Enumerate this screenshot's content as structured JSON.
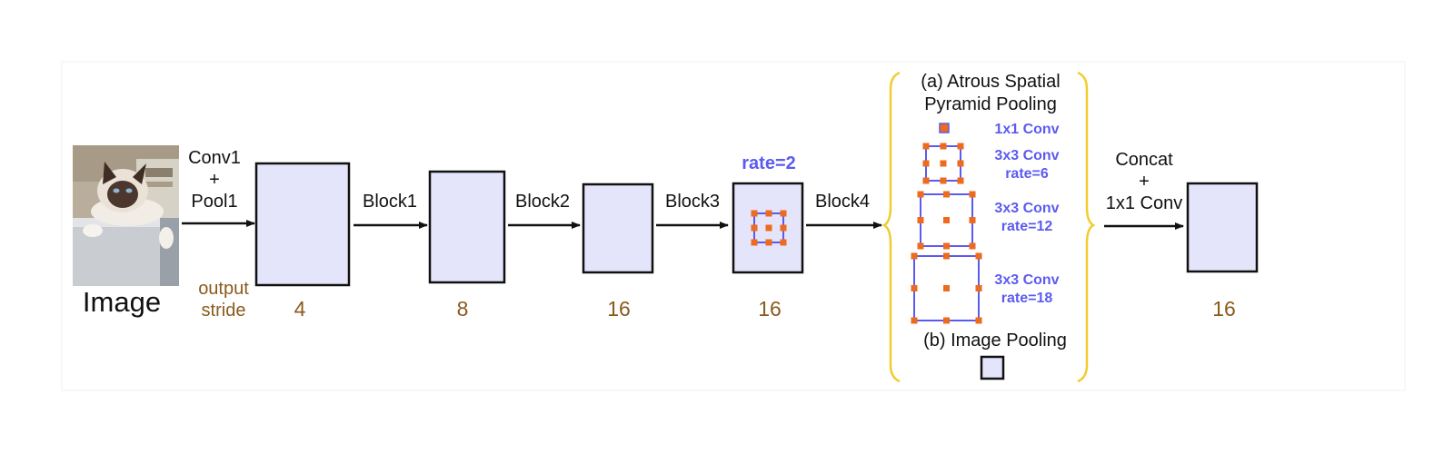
{
  "input": {
    "label": "Image"
  },
  "stages": [
    {
      "op_lines": [
        "Conv1",
        "+",
        "Pool1"
      ],
      "stride": "4"
    },
    {
      "op_lines": [
        "Block1"
      ],
      "stride": "8"
    },
    {
      "op_lines": [
        "Block2"
      ],
      "stride": "16"
    },
    {
      "op_lines": [
        "Block3"
      ],
      "stride": "16"
    }
  ],
  "stride_title_lines": [
    "output",
    "stride"
  ],
  "block3_rate": "rate=2",
  "block4_label": "Block4",
  "aspp": {
    "title_lines": [
      "(a) Atrous Spatial",
      "Pyramid Pooling"
    ],
    "branches": [
      {
        "lines": [
          "1x1 Conv"
        ]
      },
      {
        "lines": [
          "3x3 Conv",
          "rate=6"
        ]
      },
      {
        "lines": [
          "3x3 Conv",
          "rate=12"
        ]
      },
      {
        "lines": [
          "3x3 Conv",
          "rate=18"
        ]
      }
    ],
    "image_pooling": "(b) Image Pooling"
  },
  "concat_lines": [
    "Concat",
    "+",
    "1x1 Conv"
  ],
  "output": {
    "stride": "16"
  },
  "colors": {
    "feature_map_fill": "#e4e4fb",
    "kernel_dot": "#ee6a1c",
    "atrous_blue": "#5b5bf0",
    "stride_brown": "#8a5a1c",
    "brace_yellow": "#f2cc2e"
  },
  "icons": {
    "input_photo": "cat-photo-icon"
  }
}
